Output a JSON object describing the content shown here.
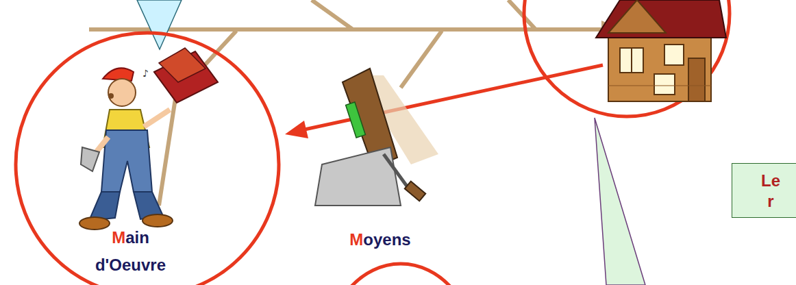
{
  "diagram": {
    "nodes": [
      {
        "text": [
          "Main d'Oeuvre"
        ]
      },
      {
        "text": [
          "Le r"
        ]
      }
    ],
    "labels": [
      "Moyens"
    ]
  }
}
